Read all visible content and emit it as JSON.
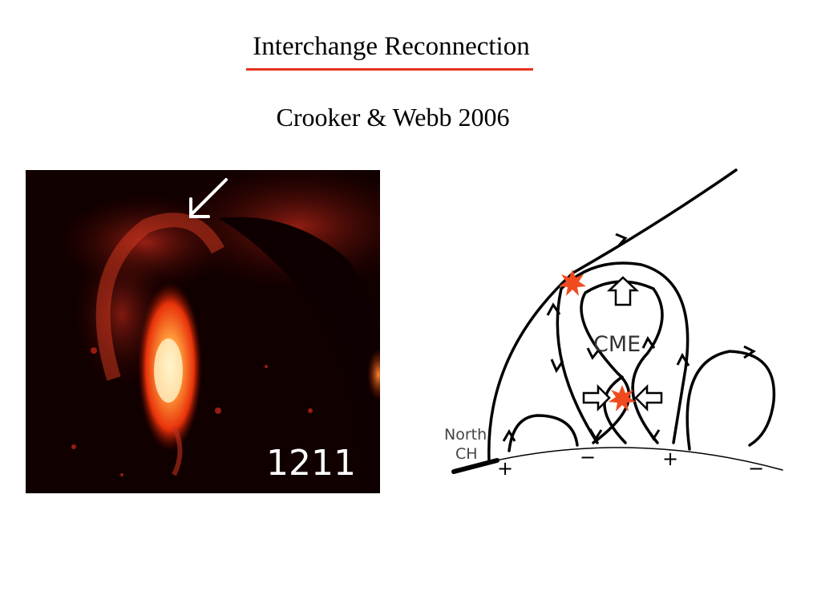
{
  "slide": {
    "title": "Interchange Reconnection",
    "subtitle": "Crooker & Webb 2006",
    "accent_color": "#e8321e"
  },
  "euv_image": {
    "frame_label": "1211",
    "arrow_icon": "white-arrow-pointing-down-left"
  },
  "diagram": {
    "cme_label": "CME",
    "north_ch_line1": "North",
    "north_ch_line2": "CH",
    "polarity_labels": [
      "+",
      "−",
      "+",
      "−"
    ],
    "reconnection_marker_color": "#f04a1e",
    "reconnection_icon": "star-burst-icon"
  }
}
